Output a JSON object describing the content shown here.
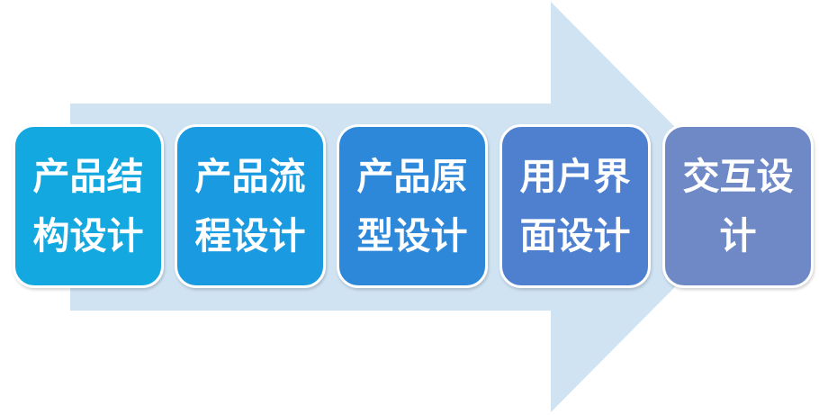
{
  "diagram": {
    "arrow_color": "#cfe3f3",
    "steps": [
      {
        "label": "产品结构设计",
        "color": "#13a8df"
      },
      {
        "label": "产品流程设计",
        "color": "#1a9ae0"
      },
      {
        "label": "产品原型设计",
        "color": "#2d88d9"
      },
      {
        "label": "用户界面设计",
        "color": "#4f80cf"
      },
      {
        "label": "交互设计",
        "color": "#6f88c6"
      }
    ]
  }
}
